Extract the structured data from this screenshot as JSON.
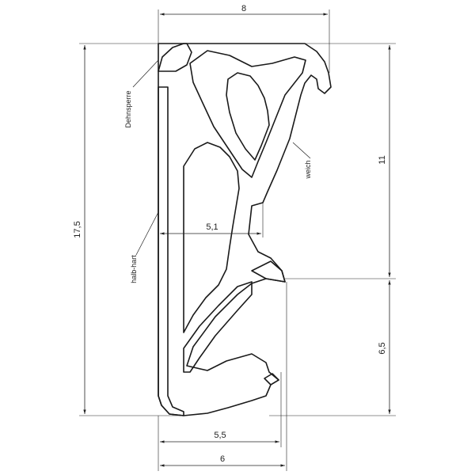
{
  "dimensions": {
    "top_width": "8",
    "overall_height": "17,5",
    "upper_height": "11",
    "lower_height": "6,5",
    "inner_width": "5,1",
    "bottom_width_1": "5,5",
    "bottom_width_2": "6"
  },
  "labels": {
    "expansion_barrier": "Dehnsperre",
    "soft": "weich",
    "semi_hard": "halb-hart"
  }
}
